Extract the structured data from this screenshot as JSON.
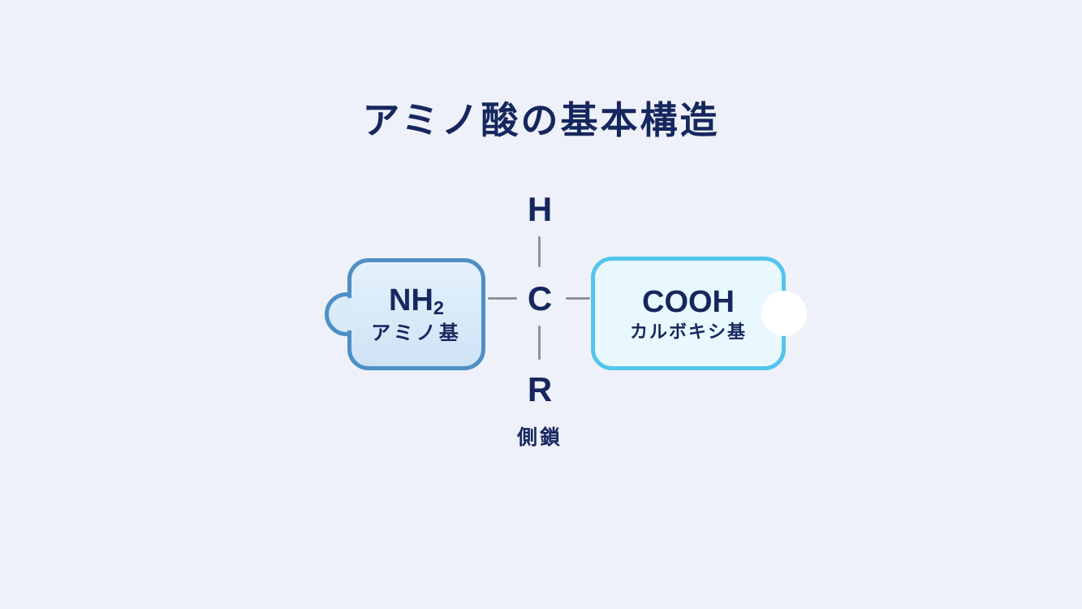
{
  "title": "アミノ酸の基本構造",
  "structure": {
    "hydrogen": "H",
    "alpha_carbon": "C",
    "side_chain_symbol": "R",
    "side_chain_label": "側鎖"
  },
  "amino_group": {
    "formula_base": "NH",
    "formula_subscript": "2",
    "label": "アミノ基"
  },
  "carboxyl_group": {
    "formula": "COOH",
    "label": "カルボキシ基"
  },
  "colors": {
    "background": "#eef1f9",
    "title_text": "#16275f",
    "atom_text": "#16275f",
    "bond": "#8d929b",
    "amino_border": "#4e8fc6",
    "amino_fill": "#d9eaf8",
    "carboxyl_border": "#54c5ea",
    "carboxyl_fill": "#e9f8fe",
    "notch": "#ffffff"
  }
}
